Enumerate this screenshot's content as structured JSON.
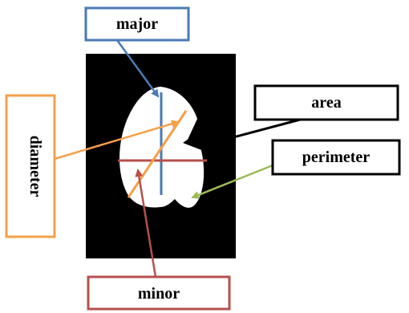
{
  "labels": {
    "major": "major",
    "area": "area",
    "diameter": "diameter",
    "perimeter": "perimeter",
    "minor": "minor"
  },
  "colors": {
    "major": "#4a7ab5",
    "diameter": "#f5a04a",
    "minor": "#b5504c",
    "perimeter": "#9bbb59",
    "area": "#000000",
    "image_background": "#000000",
    "shape_fill": "#ffffff"
  }
}
